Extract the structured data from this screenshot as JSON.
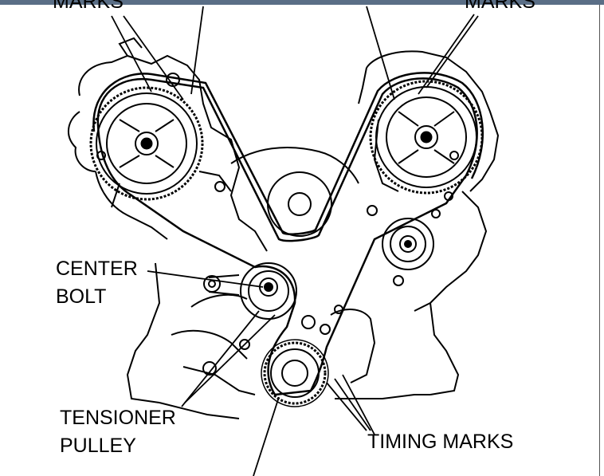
{
  "labels": {
    "top_left": "MARKS",
    "top_right": "MARKS",
    "center_bolt_line1": "CENTER",
    "center_bolt_line2": "BOLT",
    "tensioner_line1": "TENSIONER",
    "tensioner_line2": "PULLEY",
    "timing_marks": "TIMING MARKS"
  },
  "colors": {
    "ink": "#000000",
    "paper": "#ffffff",
    "window_bar": "#5a6e86"
  }
}
